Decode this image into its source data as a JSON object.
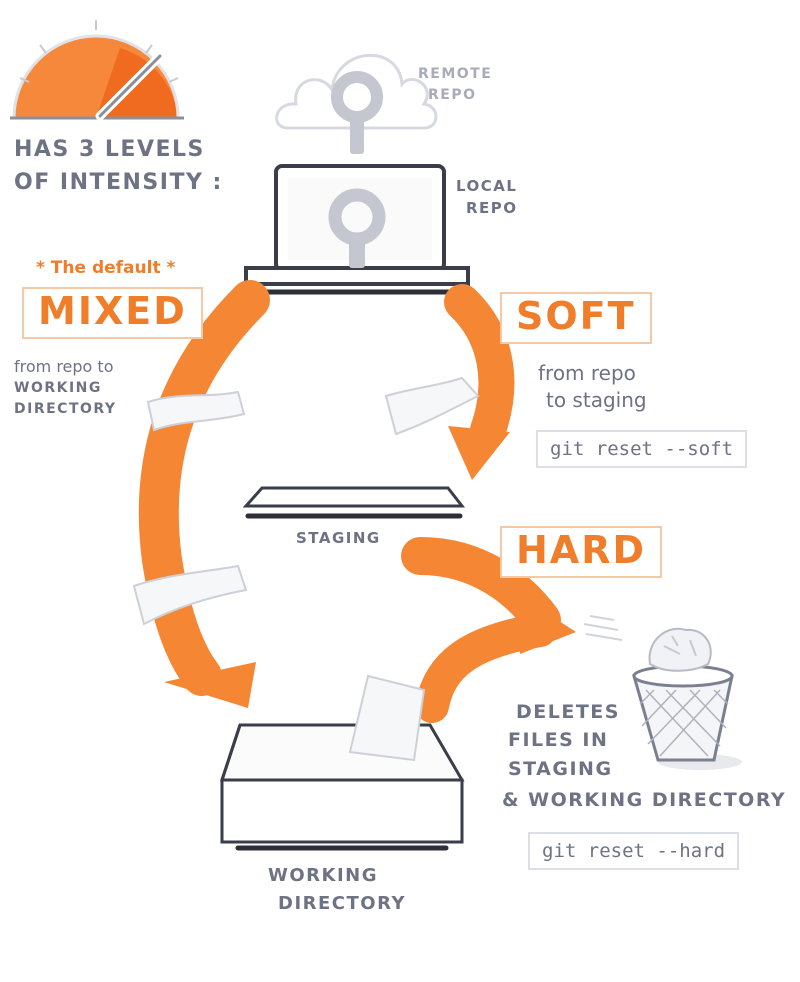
{
  "intro": {
    "line1": "Has 3 levels",
    "line2": "of intensity :"
  },
  "labels": {
    "remote_line1": "Remote",
    "remote_line2": "Repo",
    "local_line1": "Local",
    "local_line2": "Repo",
    "staging": "Staging",
    "workdir_line1": "Working",
    "workdir_line2": "Directory"
  },
  "mixed": {
    "note": "* The default *",
    "title": "MIXED",
    "desc_line1": "from repo to",
    "desc_line2": "working",
    "desc_line3": "directory"
  },
  "soft": {
    "title": "SOFT",
    "desc_line1": "from repo",
    "desc_line2": "to staging",
    "command": "git reset --soft"
  },
  "hard": {
    "title": "HARD",
    "desc_line1": "Deletes",
    "desc_line2": "files in",
    "desc_line3": "staging",
    "desc_line4": "& working directory",
    "command": "git reset --hard"
  },
  "colors": {
    "accent": "#f07d2a",
    "slate": "#6e7384",
    "line": "#3a3d4a"
  }
}
